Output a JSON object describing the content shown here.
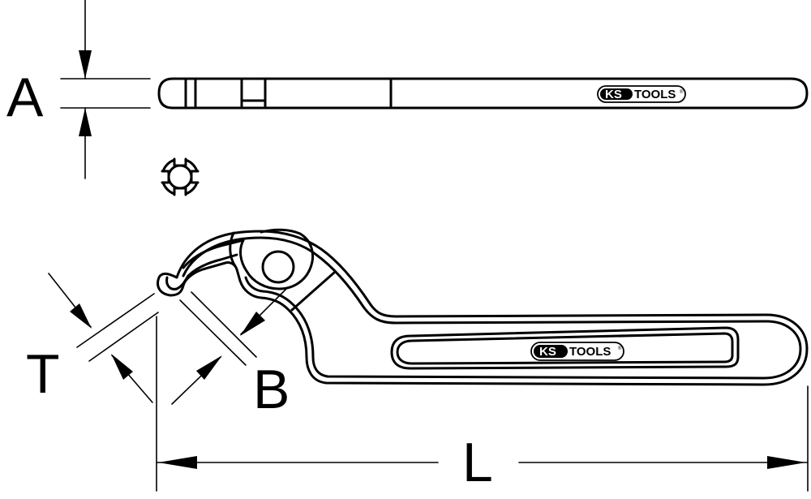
{
  "dimensions": {
    "A": "A",
    "T": "T",
    "B": "B",
    "L": "L"
  },
  "logo": {
    "brand_left": "KS",
    "brand_right": "TOOLS",
    "registered": "®"
  },
  "colors": {
    "stroke": "#000000",
    "background": "#ffffff"
  }
}
